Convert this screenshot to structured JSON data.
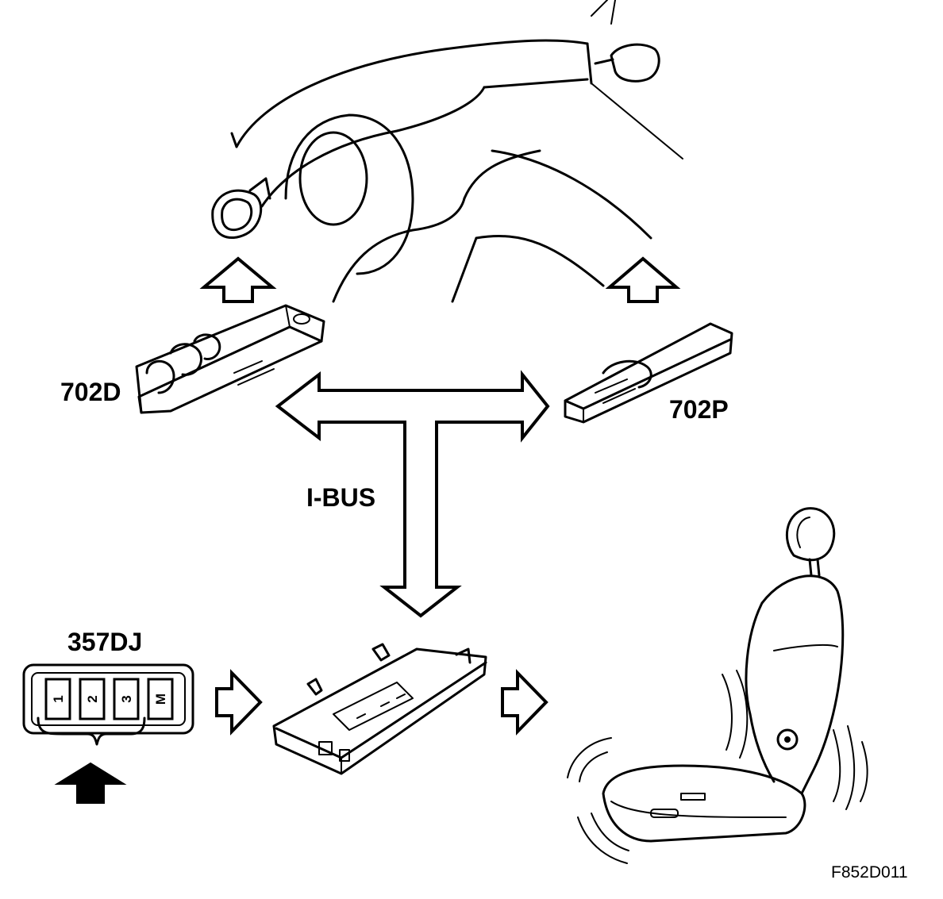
{
  "labels": {
    "driver_switch": "702D",
    "passenger_switch": "702P",
    "memory_panel": "357DJ",
    "bus": "I-BUS",
    "figure_id": "F852D011"
  },
  "memory_keys": [
    "1",
    "2",
    "3",
    "M"
  ],
  "colors": {
    "line": "#000000",
    "background": "#ffffff"
  }
}
